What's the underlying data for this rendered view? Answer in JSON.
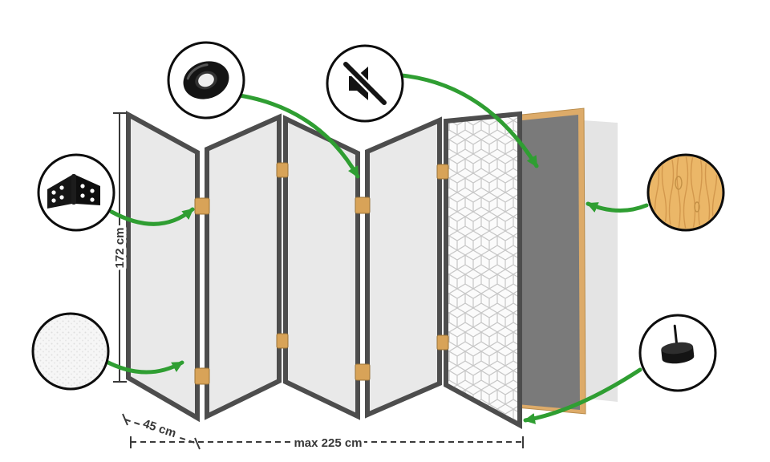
{
  "diagram": {
    "dimensions": {
      "height_label": "172 cm",
      "panel_width_label": "45 cm",
      "total_width_label": "max 225 cm"
    },
    "features": [
      {
        "id": "tape",
        "icon": "tape-icon"
      },
      {
        "id": "sound-dampening",
        "icon": "speaker-mute-icon"
      },
      {
        "id": "hinge",
        "icon": "hinge-icon"
      },
      {
        "id": "fleece-material",
        "icon": "fleece-texture-swatch"
      },
      {
        "id": "wood-material",
        "icon": "wood-texture-swatch"
      },
      {
        "id": "foot-pin",
        "icon": "foot-pin-icon"
      }
    ],
    "colors": {
      "arrow_green": "#2f9e32",
      "panel_fill": "#e9e9e9",
      "panel_edge": "#4d4d4d",
      "dark_panel": "#7a7a7a",
      "wood_frame": "#ddab69",
      "hinge_wood": "#d8a358",
      "pattern_line": "#c6c6c6",
      "back_panel": "#e4e4e4",
      "dimension_text": "#383838",
      "circle_border": "#0d0d0d"
    }
  }
}
